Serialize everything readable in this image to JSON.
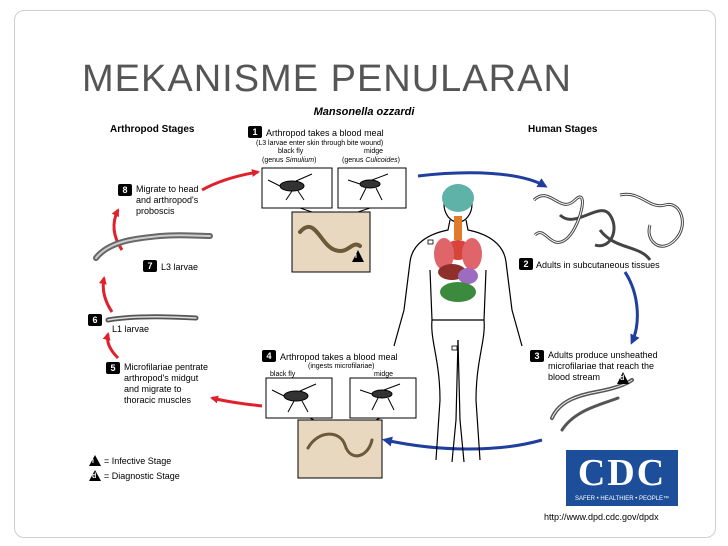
{
  "slide": {
    "title": "MEKANISME PENULARAN"
  },
  "diagram": {
    "species": "Mansonella ozzardi",
    "headers": {
      "arthropod": "Arthropod Stages",
      "human": "Human Stages"
    },
    "steps": [
      {
        "num": "1",
        "label": "Arthropod takes a blood meal",
        "sub1": "(L3 larvae enter skin  through bite wound)",
        "sub2a": "black fly",
        "sub2b": "midge",
        "sub3a": "(genus ",
        "sub3a_i": "Simulium",
        "sub3a_end": ")",
        "sub3b": "(genus ",
        "sub3b_i": "Culicoides",
        "sub3b_end": ")"
      },
      {
        "num": "2",
        "label": "Adults in subcutaneous tissues"
      },
      {
        "num": "3",
        "label_lines": [
          "Adults produce unsheathed",
          "microfilariae that reach the",
          "blood stream"
        ]
      },
      {
        "num": "4",
        "label": "Arthropod takes a blood meal",
        "sub1": "(ingests microfilariae)",
        "sub2a": "black fly",
        "sub2b": "midge"
      },
      {
        "num": "5",
        "label_lines": [
          "Microfilariae pentrate",
          "arthropod's midgut",
          "and migrate to",
          "thoracic muscles"
        ]
      },
      {
        "num": "6",
        "label": "L1 larvae"
      },
      {
        "num": "7",
        "label": "L3 larvae"
      },
      {
        "num": "8",
        "label_lines": [
          "Migrate to head",
          "and arthropod's",
          "proboscis"
        ]
      }
    ],
    "legend": [
      {
        "symbol": "i",
        "label": "= Infective Stage"
      },
      {
        "symbol": "d",
        "label": "= Diagnostic Stage"
      }
    ],
    "logo": {
      "text": "CDC",
      "tagline": "SAFER • HEALTHIER • PEOPLE™"
    },
    "url": "http://www.dpd.cdc.gov/dpdx",
    "colors": {
      "arrow_red": "#e0212b",
      "arrow_blue": "#1f3e9e",
      "cdc_blue": "#1d4e9a",
      "title_gray": "#555555"
    }
  }
}
